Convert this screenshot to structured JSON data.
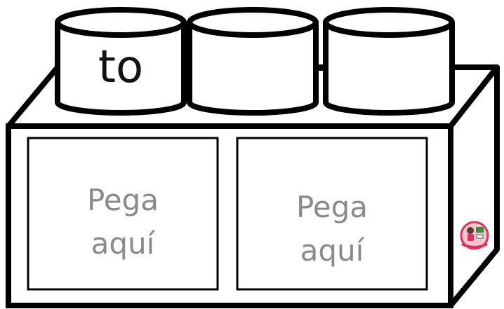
{
  "block": {
    "studs": [
      {
        "label": "to"
      },
      {
        "label": ""
      },
      {
        "label": ""
      }
    ],
    "panels": [
      {
        "line1": "Pega",
        "line2": "aquí"
      },
      {
        "line1": "Pega",
        "line2": "aquí"
      }
    ]
  },
  "colors": {
    "outline": "#000000",
    "paste_text": "#8a8a8a",
    "stud_text": "#111111"
  },
  "logo": {
    "icon": "teacher-logo-icon",
    "colors": [
      "#e0315b",
      "#f7c6d0",
      "#3a8f3a"
    ]
  }
}
